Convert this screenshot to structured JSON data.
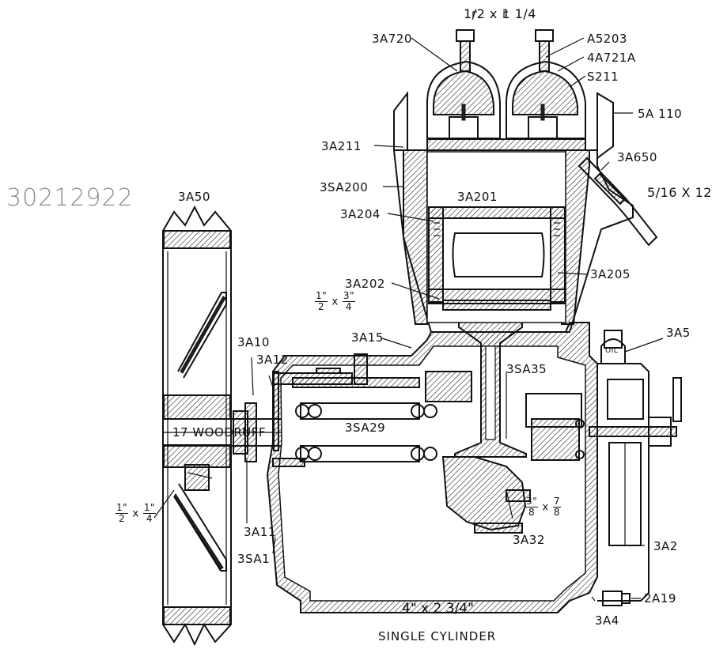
{
  "labels": {
    "top_bolt_size": "1/2 x 1 1/4",
    "part_3A720": "3A720",
    "part_A5203": "A5203",
    "part_4A721A": "4A721A",
    "part_S211": "S211",
    "part_5A110": "5A 110",
    "part_3A211": "3A211",
    "part_3A650": "3A650",
    "part_3SA200": "3SA200",
    "handwritten_number": "30212922",
    "part_3A50": "3A50",
    "part_3A201": "3A201",
    "tube_size": "5/16 X 12",
    "part_3A204": "3A204",
    "part_3A205": "3A205",
    "part_3A202": "3A202",
    "part_3A15": "3A15",
    "part_3A5": "3A5",
    "key_size_top_num": "1\"",
    "key_size_top_den": "2",
    "key_size_top_x": "x",
    "key_size_top_num2": "3\"",
    "key_size_top_den2": "4",
    "part_3A10": "3A10",
    "part_3A12": "3A12",
    "part_3SA35": "3SA35",
    "oil_label": "OIL",
    "woodruff": "17 WOODRUFF",
    "part_3SA29": "3SA29",
    "key_size_left_num": "1\"",
    "key_size_left_den": "2",
    "key_size_left_x": "x",
    "key_size_left_num2": "1\"",
    "key_size_left_den2": "4",
    "part_3A11": "3A11",
    "screw_num": "3\"",
    "screw_den": "8",
    "screw_x": "x",
    "screw_num2": "7",
    "screw_den2": "8",
    "part_3A32": "3A32",
    "part_3A2": "3A2",
    "part_3SA1": "3SA1",
    "part_2A19": "2A19",
    "part_3A4": "3A4",
    "bore_stroke": "4\" x 2 3/4\"",
    "subtitle": "SINGLE CYLINDER"
  }
}
